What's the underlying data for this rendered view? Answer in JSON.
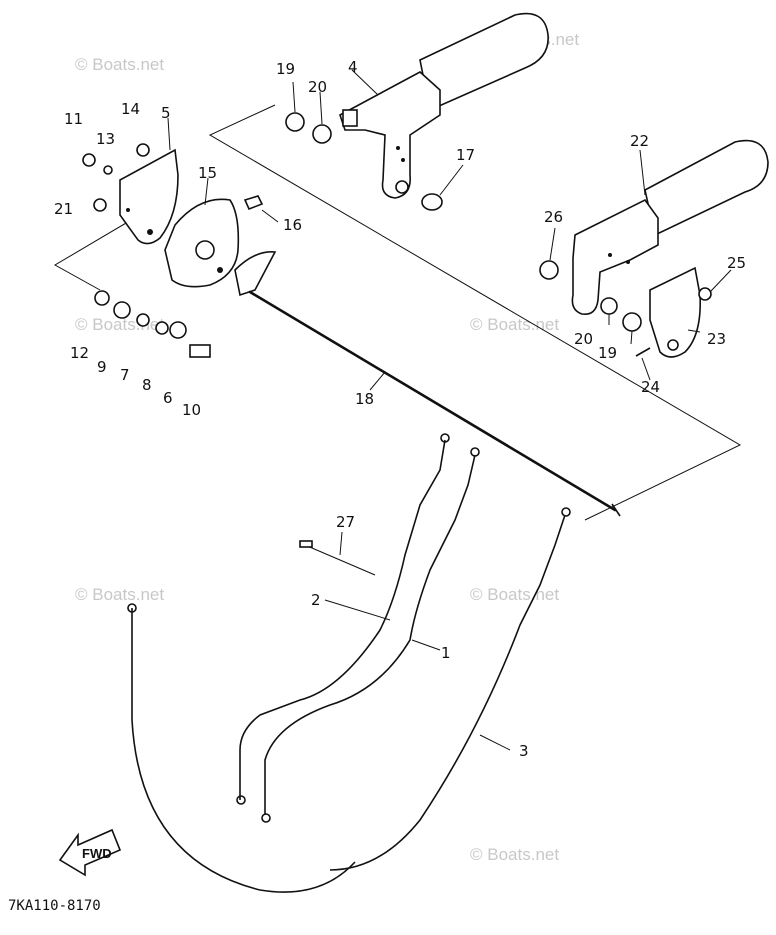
{
  "diagram": {
    "drawing_code": "7KA110-8170",
    "watermark": "© Boats.net",
    "direction_label": "FWD",
    "part_labels": [
      "1",
      "2",
      "3",
      "4",
      "5",
      "6",
      "7",
      "8",
      "9",
      "10",
      "11",
      "12",
      "13",
      "14",
      "15",
      "16",
      "17",
      "18",
      "19",
      "20",
      "21",
      "22",
      "23",
      "24",
      "25",
      "26",
      "27"
    ],
    "second_labels": {
      "19": "19",
      "20": "20"
    }
  }
}
